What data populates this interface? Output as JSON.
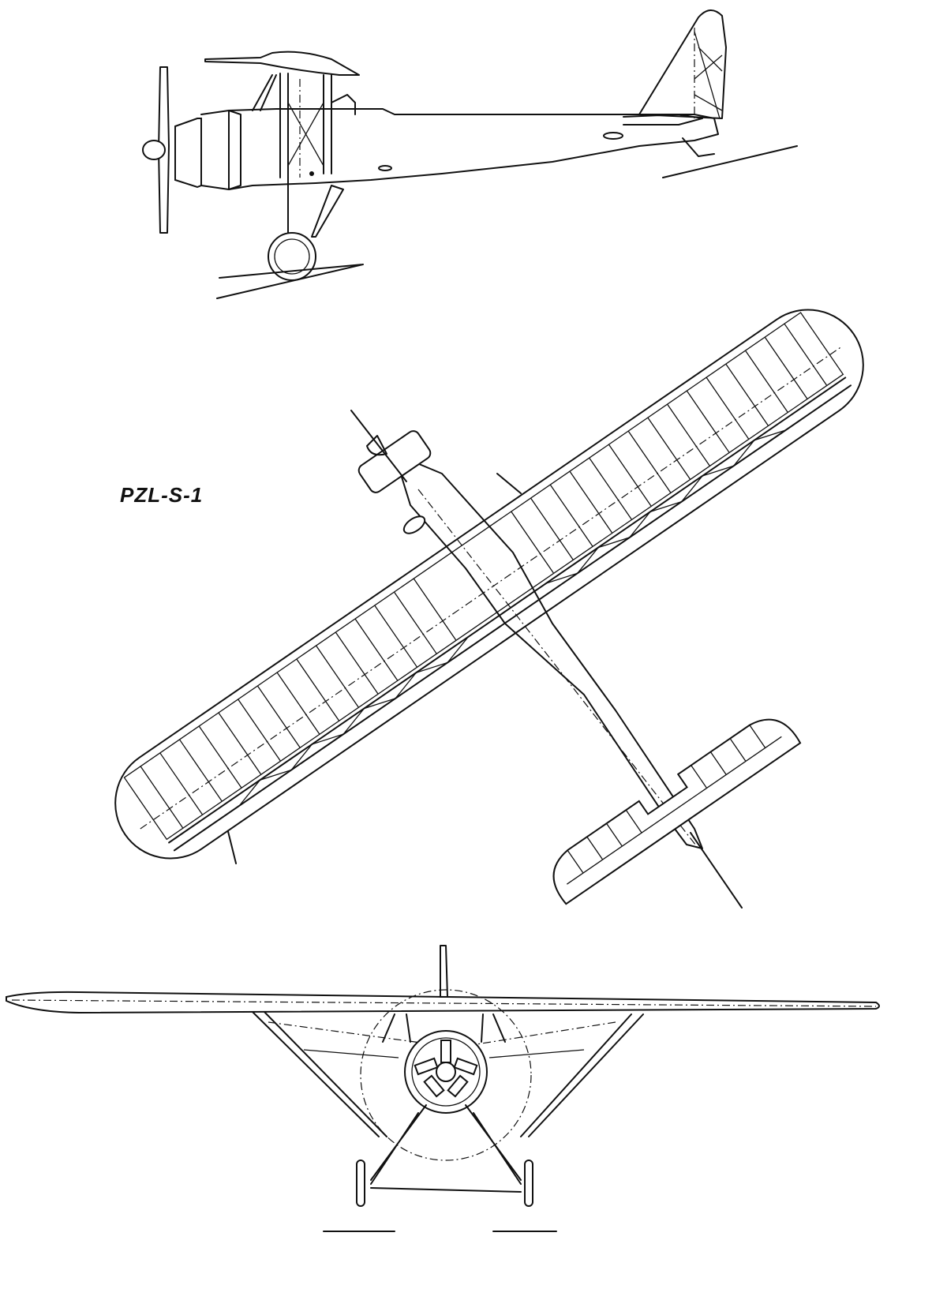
{
  "designation": "PZL-S-1",
  "views": [
    {
      "id": "side",
      "name": "side-elevation"
    },
    {
      "id": "plan",
      "name": "plan-view"
    },
    {
      "id": "front",
      "name": "front-elevation"
    }
  ],
  "colors": {
    "ink": "#111111",
    "paper": "#ffffff"
  }
}
